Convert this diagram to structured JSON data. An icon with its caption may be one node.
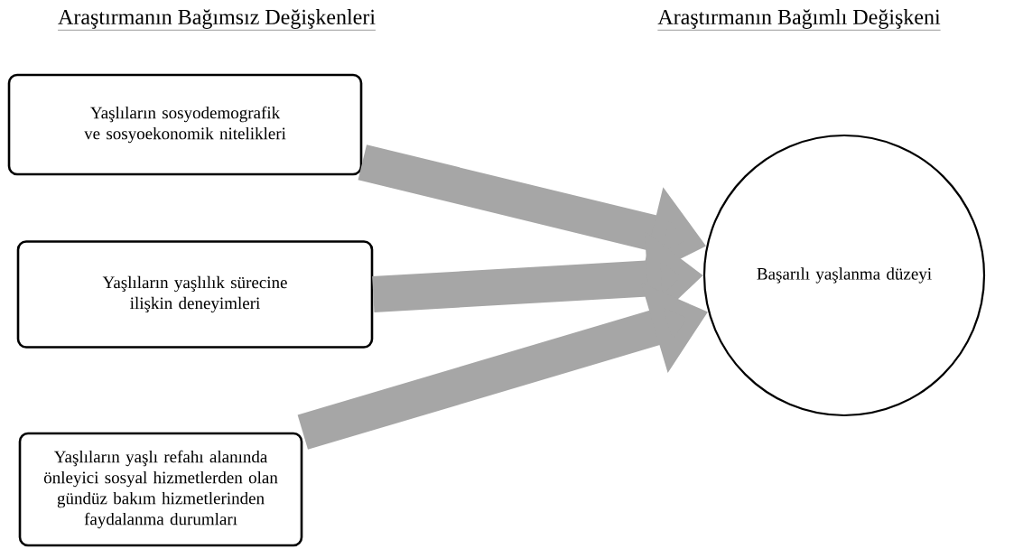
{
  "diagram": {
    "nodes": [
      {
        "text": [
          "Yaşlıların sosyodemografik ve sosyoekonomik nitelikleri"
        ]
      },
      {
        "text": [
          "Yaşlıların yaşlılık sürecine ilişkin deneyimleri"
        ]
      },
      {
        "text": [
          "Yaşlıların yaşlı refahı alanında önleyici sosyal hizmetlerden olan gündüz bakım hizmetlerinden faydalanma durumları"
        ]
      },
      {
        "text": [
          "Başarılı yaşlanma düzeyi"
        ]
      }
    ],
    "edges": [
      {
        "from": 0,
        "to": 3,
        "arrow": "to"
      },
      {
        "from": 1,
        "to": 3,
        "arrow": "to"
      },
      {
        "from": 2,
        "to": 3,
        "arrow": "to"
      }
    ],
    "labels": [
      "Araştırmanın Bağımsız Değişkenleri",
      "Araştırmanın Bağımlı Değişkeni"
    ]
  }
}
